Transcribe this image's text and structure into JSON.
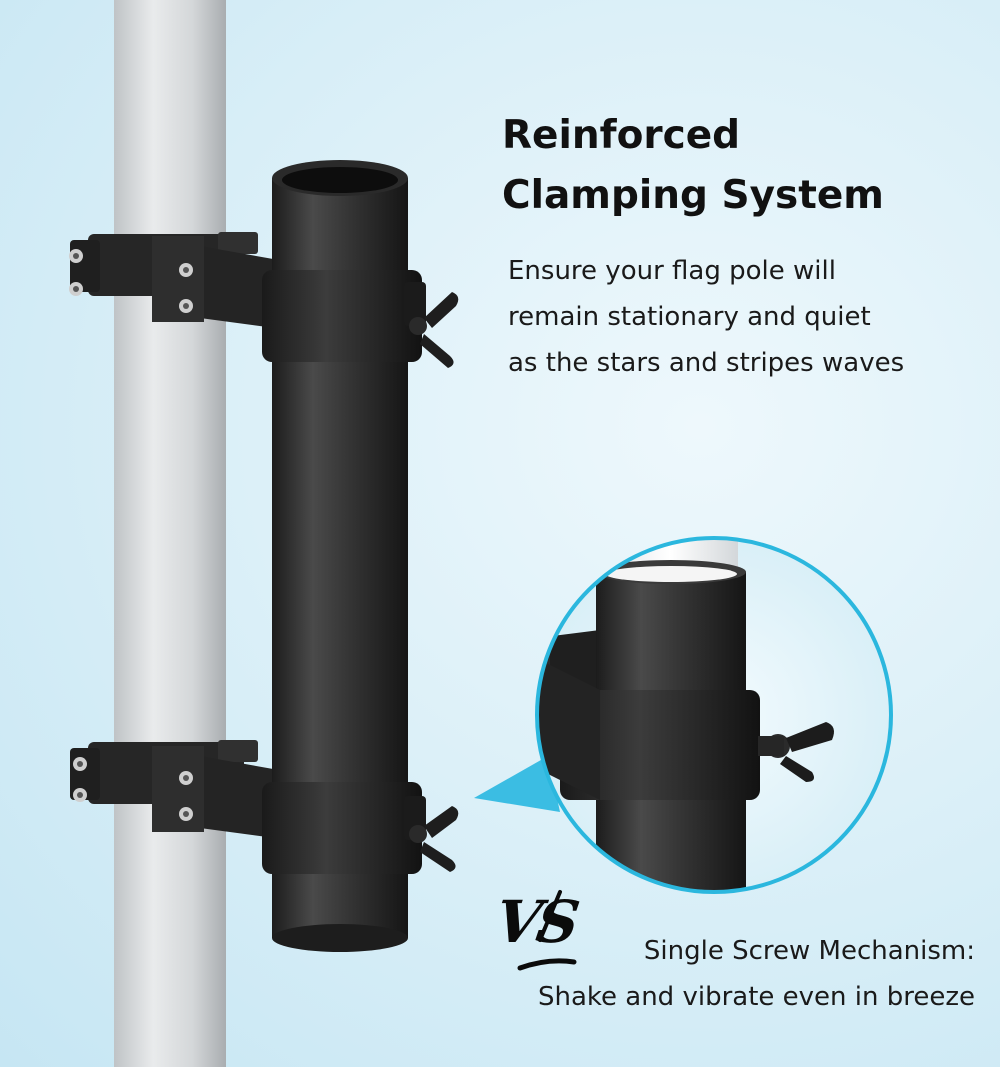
{
  "headline": {
    "line1": "Reinforced",
    "line2": "Clamping System"
  },
  "description": {
    "line1": "Ensure your flag pole will",
    "line2": "remain stationary and quiet",
    "line3": "as the stars and stripes waves"
  },
  "comparison": {
    "badge": "VS",
    "line1": "Single Screw Mechanism:",
    "line2": "Shake and vibrate even in breeze"
  },
  "colors": {
    "background": "#d8eef7",
    "bracket": "#2b2b2b",
    "pole": "#d6d9db",
    "callout_ring": "#2bb7de"
  }
}
